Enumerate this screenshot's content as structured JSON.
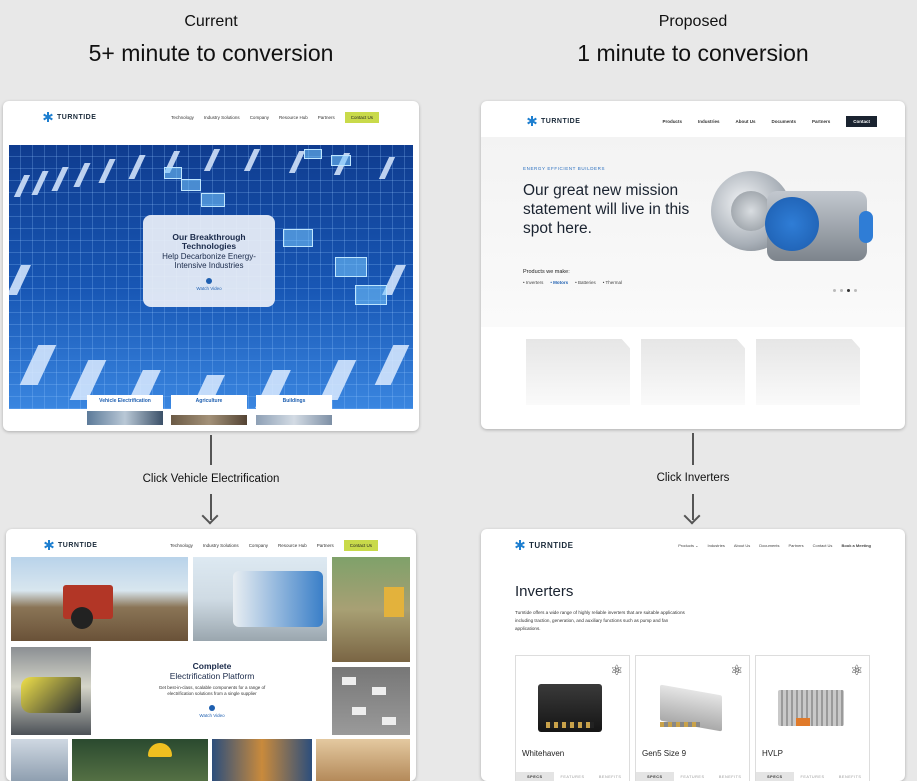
{
  "columns": {
    "current": {
      "label": "Current",
      "title": "5+ minute to conversion",
      "step": "Click Vehicle Electrification"
    },
    "proposed": {
      "label": "Proposed",
      "title": "1 minute to conversion",
      "step": "Click Inverters"
    }
  },
  "current_home": {
    "logo": "TURNTIDE",
    "menu": [
      "Technology",
      "Industry Solutions",
      "Company",
      "Resource Hub",
      "Partners"
    ],
    "cta": "Contact Us",
    "hero_title": "Our Breakthrough Technologies",
    "hero_subtitle": "Help Decarbonize Energy-Intensive Industries",
    "hero_link": "Watch Video",
    "tabs": [
      "Vehicle Electrification",
      "Agriculture",
      "Buildings"
    ]
  },
  "current_vehicle": {
    "logo": "TURNTIDE",
    "menu": [
      "Technology",
      "Industry Solutions",
      "Company",
      "Resource Hub",
      "Partners"
    ],
    "cta": "Contact Us",
    "title_1": "Complete",
    "title_2": "Electrification Platform",
    "body": "Get best-in-class, scalable components for a range of electrification solutions from a single supplier",
    "link": "Watch Video"
  },
  "proposed_home": {
    "logo": "TURNTIDE",
    "menu": [
      "Products",
      "Industries",
      "About Us",
      "Documents",
      "Partners"
    ],
    "cta": "Contact",
    "eyebrow": "ENERGY EFFICIENT BUILDERS",
    "headline": "Our great new mission statement will live in this spot here.",
    "products_label": "Products we make:",
    "products": [
      "Inverters",
      "Motors",
      "Batteries",
      "Thermal"
    ]
  },
  "proposed_inverters": {
    "logo": "TURNTIDE",
    "menu": [
      "Products",
      "Industries",
      "About Us",
      "Documents",
      "Partners",
      "Contact Us",
      "Book a Meeting"
    ],
    "title": "Inverters",
    "body": "Turntide offers a wide range of highly reliable inverters that are suitable applications including traction, generation, and auxiliary functions such as pump and fan applications.",
    "cards": [
      {
        "name": "Whitehaven"
      },
      {
        "name": "Gen5 Size 9"
      },
      {
        "name": "HVLP"
      }
    ],
    "spec_tabs": [
      "SPECS",
      "FEATURES",
      "BENEFITS"
    ]
  },
  "colors": {
    "accent_green": "#c9da4a",
    "brand_blue": "#1e7fd0",
    "dark": "#1a2330"
  }
}
